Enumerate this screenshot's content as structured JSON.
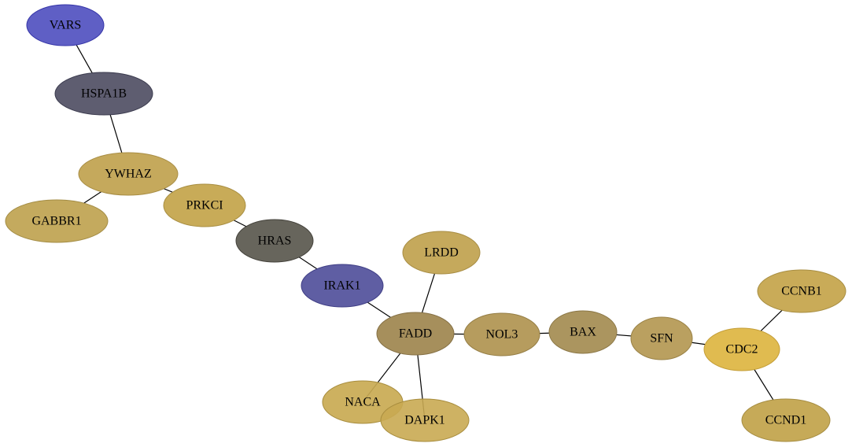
{
  "nodes": [
    {
      "id": "VARS",
      "label": "VARS",
      "fill": "#5f5fc5",
      "stroke": "#3535a8",
      "opacity": 1
    },
    {
      "id": "HSPA1B",
      "label": "HSPA1B",
      "fill": "#5e5d70",
      "stroke": "#3b3b4e",
      "opacity": 1
    },
    {
      "id": "YWHAZ",
      "label": "YWHAZ",
      "fill": "#c5a95c",
      "stroke": "#a88d44",
      "opacity": 1
    },
    {
      "id": "GABBR1",
      "label": "GABBR1",
      "fill": "#c4aa5e",
      "stroke": "#a38c44",
      "opacity": 1
    },
    {
      "id": "PRKCI",
      "label": "PRKCI",
      "fill": "#c8ab58",
      "stroke": "#a88e42",
      "opacity": 1
    },
    {
      "id": "HRAS",
      "label": "HRAS",
      "fill": "#67655c",
      "stroke": "#45433c",
      "opacity": 1
    },
    {
      "id": "IRAK1",
      "label": "IRAK1",
      "fill": "#5f5ea3",
      "stroke": "#3f3e85",
      "opacity": 1
    },
    {
      "id": "LRDD",
      "label": "LRDD",
      "fill": "#c5a95c",
      "stroke": "#a88d44",
      "opacity": 1
    },
    {
      "id": "FADD",
      "label": "FADD",
      "fill": "#a68f5c",
      "stroke": "#857045",
      "opacity": 1
    },
    {
      "id": "NOL3",
      "label": "NOL3",
      "fill": "#b69c5e",
      "stroke": "#957e45",
      "opacity": 1
    },
    {
      "id": "BAX",
      "label": "BAX",
      "fill": "#ab955f",
      "stroke": "#8b7746",
      "opacity": 1
    },
    {
      "id": "SFN",
      "label": "SFN",
      "fill": "#baa060",
      "stroke": "#9a8246",
      "opacity": 1
    },
    {
      "id": "CDC2",
      "label": "CDC2",
      "fill": "#e0bb50",
      "stroke": "#c49e38",
      "opacity": 1
    },
    {
      "id": "CCNB1",
      "label": "CCNB1",
      "fill": "#c9ab58",
      "stroke": "#a88e42",
      "opacity": 1
    },
    {
      "id": "CCND1",
      "label": "CCND1",
      "fill": "#c6aa58",
      "stroke": "#a68d42",
      "opacity": 1
    },
    {
      "id": "NACA",
      "label": "NACA",
      "fill": "#c9aa52",
      "stroke": "#a88d3e",
      "opacity": 0.92
    },
    {
      "id": "DAPK1",
      "label": "DAPK1",
      "fill": "#c9aa52",
      "stroke": "#a88d3e",
      "opacity": 0.9
    }
  ],
  "edges": [
    [
      "VARS",
      "HSPA1B"
    ],
    [
      "HSPA1B",
      "YWHAZ"
    ],
    [
      "YWHAZ",
      "GABBR1"
    ],
    [
      "YWHAZ",
      "PRKCI"
    ],
    [
      "PRKCI",
      "HRAS"
    ],
    [
      "HRAS",
      "IRAK1"
    ],
    [
      "IRAK1",
      "FADD"
    ],
    [
      "LRDD",
      "FADD"
    ],
    [
      "FADD",
      "NOL3"
    ],
    [
      "FADD",
      "NACA"
    ],
    [
      "FADD",
      "DAPK1"
    ],
    [
      "NOL3",
      "BAX"
    ],
    [
      "BAX",
      "SFN"
    ],
    [
      "SFN",
      "CDC2"
    ],
    [
      "CDC2",
      "CCNB1"
    ],
    [
      "CDC2",
      "CCND1"
    ]
  ]
}
